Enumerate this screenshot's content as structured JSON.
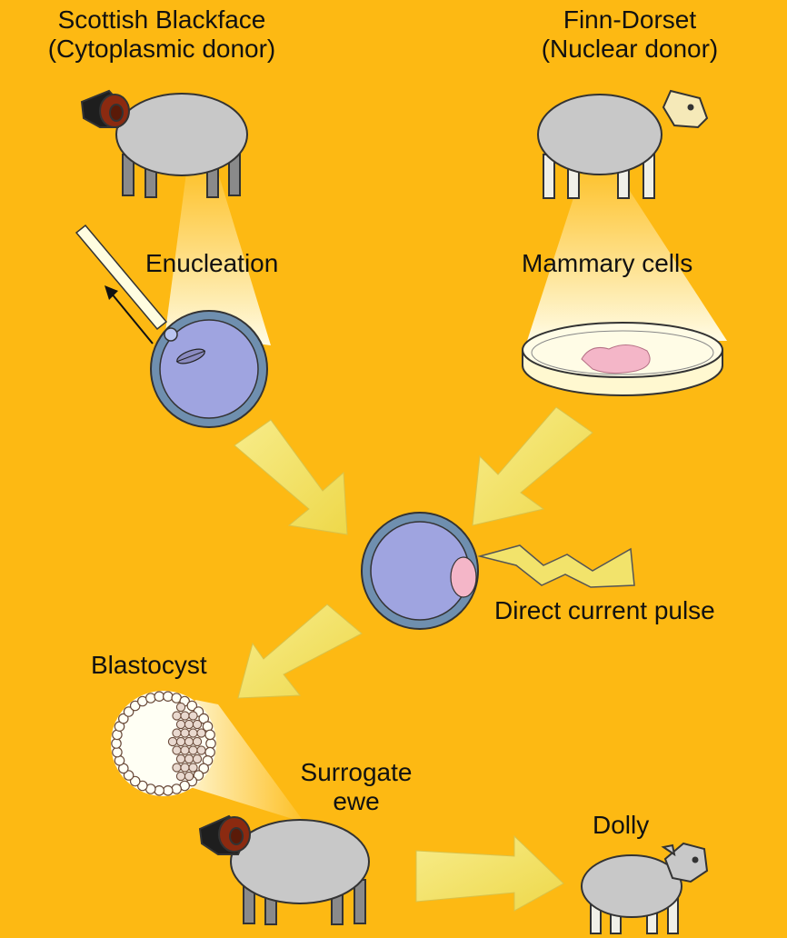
{
  "labels": {
    "donor_left_name": "Scottish Blackface",
    "donor_left_role": "(Cytoplasmic donor)",
    "donor_right_name": "Finn-Dorset",
    "donor_right_role": "(Nuclear donor)",
    "enucleation": "Enucleation",
    "mammary_cells": "Mammary cells",
    "direct_current": "Direct current pulse",
    "blastocyst": "Blastocyst",
    "surrogate_line1": "Surrogate",
    "surrogate_line2": "ewe",
    "dolly": "Dolly"
  },
  "colors": {
    "background": "#FDB913",
    "sheep_body": "#C8C8C8",
    "sheep_outline": "#333333",
    "blackface_head": "#1E1E1E",
    "horn": "#8B2A10",
    "egg_outer": "#6F8FAF",
    "egg_inner": "#9FA4E0",
    "nucleus_pink": "#F4B6C8",
    "arrow_fill": "#F2E36B",
    "beam": "#FFFCD8"
  }
}
